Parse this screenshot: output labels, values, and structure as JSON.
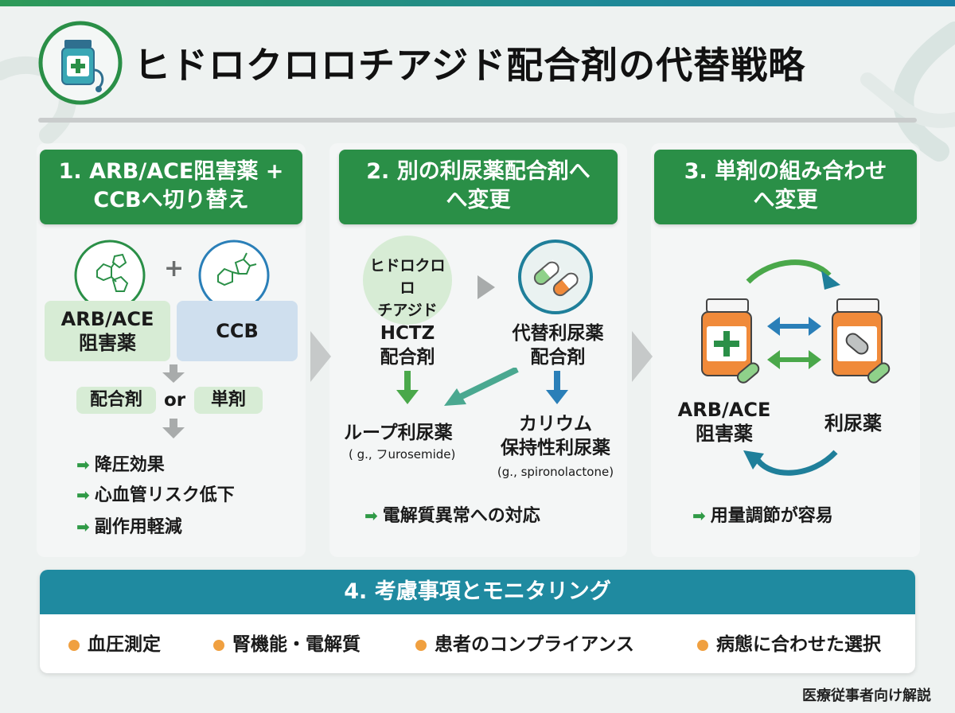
{
  "title": "ヒドロクロロチアジド配合剤の代替戦略",
  "colors": {
    "green": "#2a8f47",
    "teal": "#1f8aa0",
    "orange": "#f0a040",
    "blue": "#2a7fb8"
  },
  "sections": [
    {
      "header_line1": "1. ARB/ACE阻害薬 +",
      "header_line2": "CCBへ切り替え",
      "icon_left": "molecule-icon",
      "plus": "+",
      "icon_right": "molecule-icon",
      "box_left_line1": "ARB/ACE",
      "box_left_line2": "阻害薬",
      "box_right": "CCB",
      "tag_left": "配合剤",
      "or": "or",
      "tag_right": "単剤",
      "bullets": [
        "降圧効果",
        "心血管リスク低下",
        "副作用軽減"
      ]
    },
    {
      "header_line1": "2. 別の利尿薬配合剤へ",
      "header_line2": "へ変更",
      "circle_line1": "ヒドロクロロ",
      "circle_line2": "チアジド",
      "icon_pills": "capsules-icon",
      "left_label_line1": "HCTZ",
      "left_label_line2": "配合剤",
      "right_label_line1": "代替利尿薬",
      "right_label_line2": "配合剤",
      "loop_label": "ループ利尿薬",
      "loop_example": "( g., フurosemide)",
      "k_label_line1": "カリウム",
      "k_label_line2": "保持性利尿薬",
      "k_example": "(g., spironolactone)",
      "bullet": "電解質異常への対応"
    },
    {
      "header_line1": "3. 単剤の組み合わせ",
      "header_line2": "へ変更",
      "icon_left": "medicine-bottle-icon",
      "icon_right": "medicine-bottle-icon",
      "left_label_line1": "ARB/ACE",
      "left_label_line2": "阻害薬",
      "right_label": "利尿薬",
      "bullet": "用量調節が容易"
    }
  ],
  "bottom": {
    "header": "4. 考慮事項とモニタリング",
    "items": [
      "血圧測定",
      "腎機能・電解質",
      "患者のコンプライアンス",
      "病態に合わせた選択"
    ]
  },
  "footer": "医療従事者向け解説"
}
